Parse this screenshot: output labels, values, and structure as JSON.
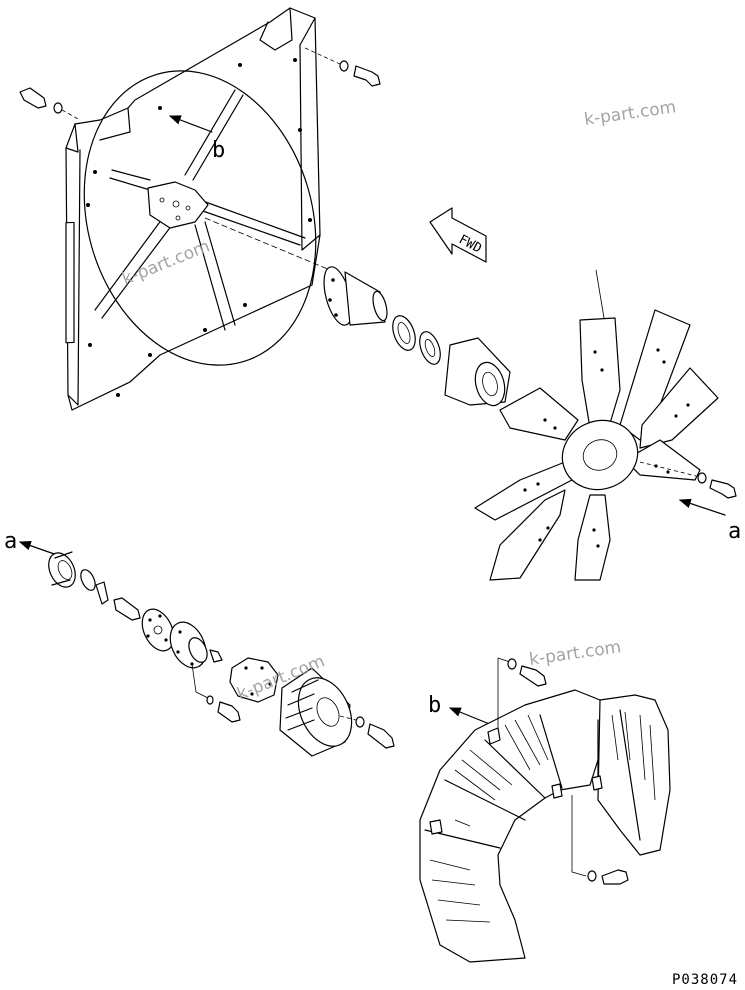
{
  "drawing": {
    "code": "P038074",
    "direction_label": "FWD",
    "watermark": "k-part.com",
    "ref_labels": {
      "a_left": "a",
      "a_right": "a",
      "b_top": "b",
      "b_bottom": "b"
    }
  }
}
